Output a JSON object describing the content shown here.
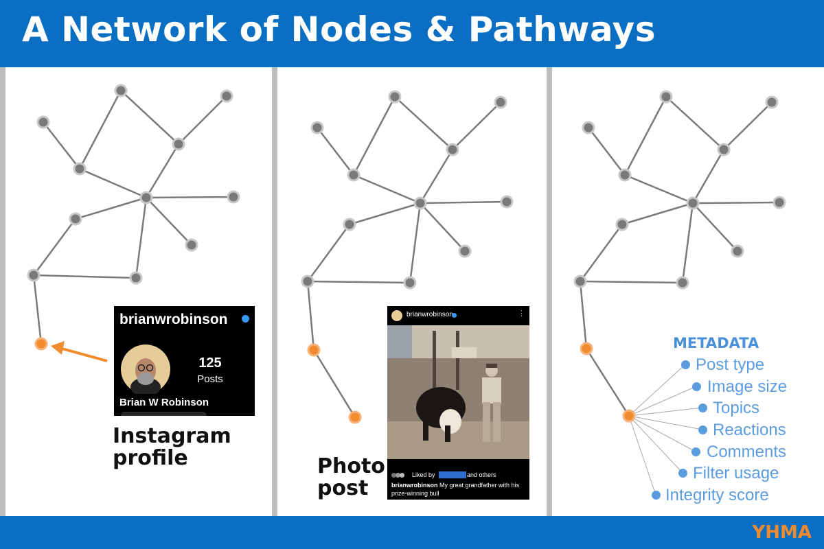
{
  "title": "A Network of Nodes & Pathways",
  "brand": "YHMA",
  "colors": {
    "header": "#0a6fc2",
    "node": "#7a7a7a",
    "highlight": "#f28a2e",
    "metadata": "#5b9bdf"
  },
  "panel1": {
    "caption_line1": "Instagram",
    "caption_line2": "profile",
    "profile": {
      "username": "brianwrobinson",
      "posts_count": "125",
      "posts_label": "Posts",
      "name": "Brian W Robinson"
    }
  },
  "panel2": {
    "caption_line1": "Photo",
    "caption_line2": "post",
    "post": {
      "username": "brianwrobinson",
      "liked_by": "Liked by",
      "and_others": "and others",
      "caption_user": "brianwrobinson",
      "caption_text": "My great grandfather with his prize-winning bull"
    }
  },
  "panel3": {
    "metadata_title": "METADATA",
    "metadata_items": [
      "Post type",
      "Image size",
      "Topics",
      "Reactions",
      "Comments",
      "Filter usage",
      "Integrity score"
    ]
  }
}
